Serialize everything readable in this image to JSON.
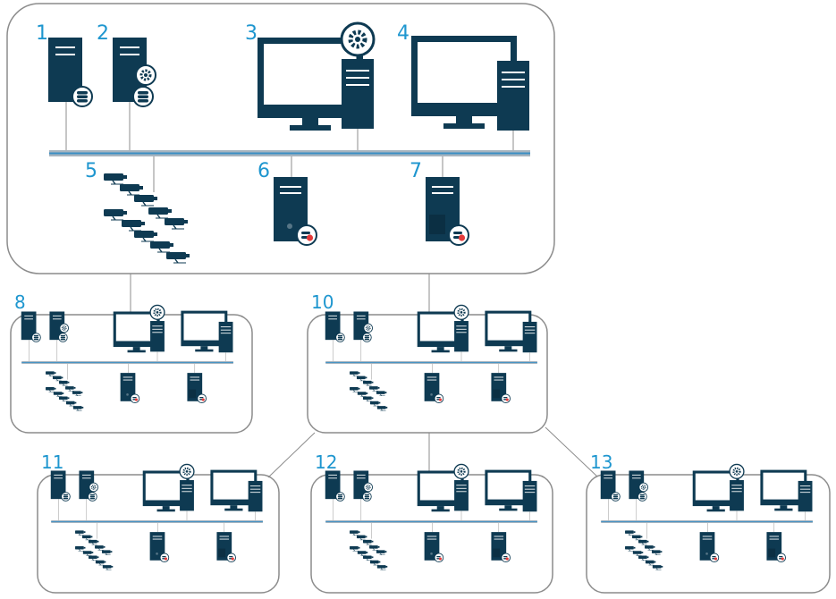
{
  "site_labels": {
    "main_1": "1",
    "main_2": "2",
    "main_3": "3",
    "main_4": "4",
    "main_5": "5",
    "main_6": "6",
    "main_7": "7",
    "site_8": "8",
    "site_10": "10",
    "site_11": "11",
    "site_12": "12",
    "site_13": "13"
  },
  "colors": {
    "device": "#0e3a52",
    "number": "#1e96cf",
    "network_bus": "#a6b4bf",
    "bus_highlight": "#3a8fc4",
    "frame": "#8c8c8c",
    "record_dot": "#e43a3a"
  },
  "icons": {
    "management_server": "server-database-icon",
    "event_server": "server-gear-database-icon",
    "management_client": "workstation-gear-icon",
    "smart_client": "workstation-icon",
    "cameras": "camera-group-icon",
    "recording_server": "server-record-icon",
    "failover_server": "server-record-icon"
  }
}
